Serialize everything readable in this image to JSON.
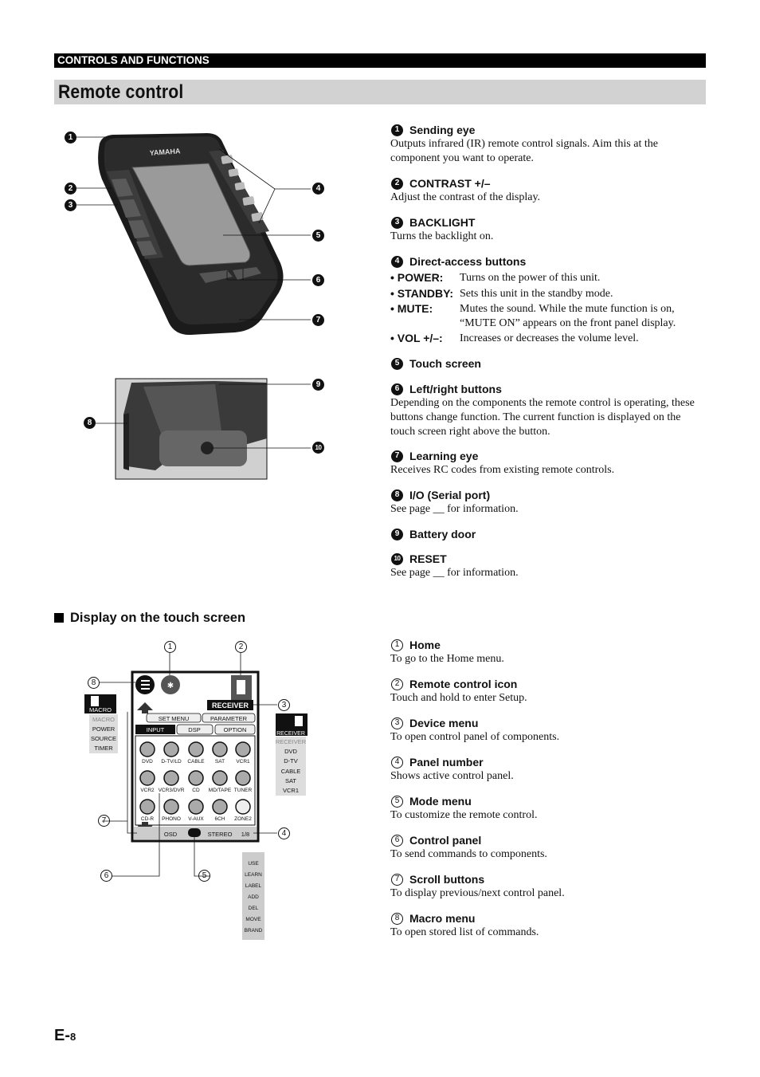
{
  "header": {
    "section": "CONTROLS AND FUNCTIONS",
    "title": "Remote control"
  },
  "remote_items": [
    {
      "num": "1",
      "label": "Sending eye",
      "desc": "Outputs infrared (IR) remote control signals. Aim this at the component you want to operate."
    },
    {
      "num": "2",
      "label": "CONTRAST +/–",
      "desc": "Adjust the contrast of the display."
    },
    {
      "num": "3",
      "label": "BACKLIGHT",
      "desc": "Turns the backlight on."
    },
    {
      "num": "4",
      "label": "Direct-access buttons",
      "desc": ""
    },
    {
      "num": "5",
      "label": "Touch screen",
      "desc": ""
    },
    {
      "num": "6",
      "label": "Left/right buttons",
      "desc": "Depending on the components the remote control is operating, these buttons change function. The current function is displayed on the touch screen right above the button."
    },
    {
      "num": "7",
      "label": "Learning eye",
      "desc": "Receives RC codes from existing remote controls."
    },
    {
      "num": "8",
      "label": "I/O (Serial port)",
      "desc": "See page __ for information."
    },
    {
      "num": "9",
      "label": "Battery door",
      "desc": ""
    },
    {
      "num": "10",
      "label": "RESET",
      "desc": "See page __ for information."
    }
  ],
  "direct_access": [
    {
      "key": "• POWER:",
      "value": "Turns on the power of this unit."
    },
    {
      "key": "• STANDBY:",
      "value": "Sets this unit in the standby mode."
    },
    {
      "key": "• MUTE:",
      "value": "Mutes the sound. While the mute function is on, “MUTE ON” appears on the front panel display."
    },
    {
      "key": "• VOL +/–:",
      "value": "Increases or decreases the volume level."
    }
  ],
  "touch_section": {
    "title": "Display on the touch screen",
    "items": [
      {
        "num": "1",
        "label": "Home",
        "desc": "To go to the Home menu."
      },
      {
        "num": "2",
        "label": "Remote control icon",
        "desc": "Touch and hold to enter Setup."
      },
      {
        "num": "3",
        "label": "Device menu",
        "desc": "To open control panel of components."
      },
      {
        "num": "4",
        "label": "Panel number",
        "desc": "Shows active control panel."
      },
      {
        "num": "5",
        "label": "Mode menu",
        "desc": "To customize the remote control."
      },
      {
        "num": "6",
        "label": "Control panel",
        "desc": "To send commands to components."
      },
      {
        "num": "7",
        "label": "Scroll buttons",
        "desc": "To display previous/next control panel."
      },
      {
        "num": "8",
        "label": "Macro menu",
        "desc": "To open stored list of commands."
      }
    ]
  },
  "remote_image": {
    "brand": "YAMAHA"
  },
  "touch_screen": {
    "device_label": "RECEIVER",
    "menu_tabs": [
      "SET MENU",
      "PARAMETER"
    ],
    "sub_tabs": [
      "INPUT",
      "DSP",
      "OPTION"
    ],
    "row1": [
      "DVD",
      "D-TV/LD",
      "CABLE",
      "SAT",
      "VCR1"
    ],
    "row2": [
      "VCR2",
      "VCR3/DVR",
      "CD",
      "MD/TAPE",
      "TUNER"
    ],
    "row3": [
      "CD-R",
      "PHONO",
      "V-AUX",
      "6CH",
      "ZONE2"
    ],
    "status": [
      "OSD",
      "STEREO",
      "1/8"
    ],
    "macro_title": "MACRO",
    "macro_list": [
      "MACRO",
      "POWER",
      "SOURCE",
      "TIMER"
    ],
    "receiver_title": "RECEIVER",
    "receiver_list": [
      "RECEIVER",
      "DVD",
      "D-TV",
      "CABLE",
      "SAT",
      "VCR1"
    ],
    "mode_list": [
      "USE",
      "LEARN",
      "LABEL",
      "ADD",
      "DEL",
      "MOVE",
      "BRAND"
    ]
  },
  "footer": {
    "page_prefix": "E-",
    "page_num": "8"
  }
}
